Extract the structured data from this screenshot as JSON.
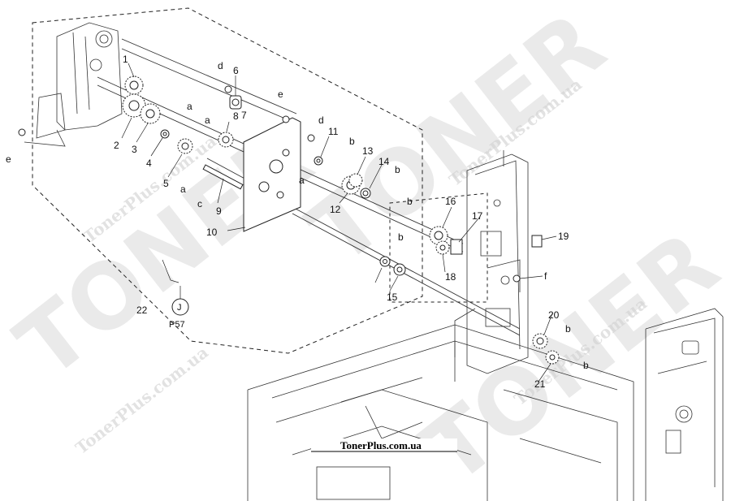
{
  "diagram": {
    "callouts": [
      "1",
      "2",
      "3",
      "4",
      "5",
      "6",
      "7",
      "8",
      "9",
      "10",
      "11",
      "12",
      "13",
      "14",
      "15",
      "16",
      "17",
      "18",
      "19",
      "20",
      "21",
      "22"
    ],
    "letters": {
      "a": "a",
      "b": "b",
      "c": "c",
      "d": "d",
      "e": "e",
      "f": "f"
    },
    "reference": {
      "symbol": "J",
      "page": "P57"
    },
    "watermark": {
      "brand": "TONER",
      "site": "TonerPlus.com.ua"
    },
    "footer": {
      "site": "TonerPlus.com.ua"
    }
  }
}
